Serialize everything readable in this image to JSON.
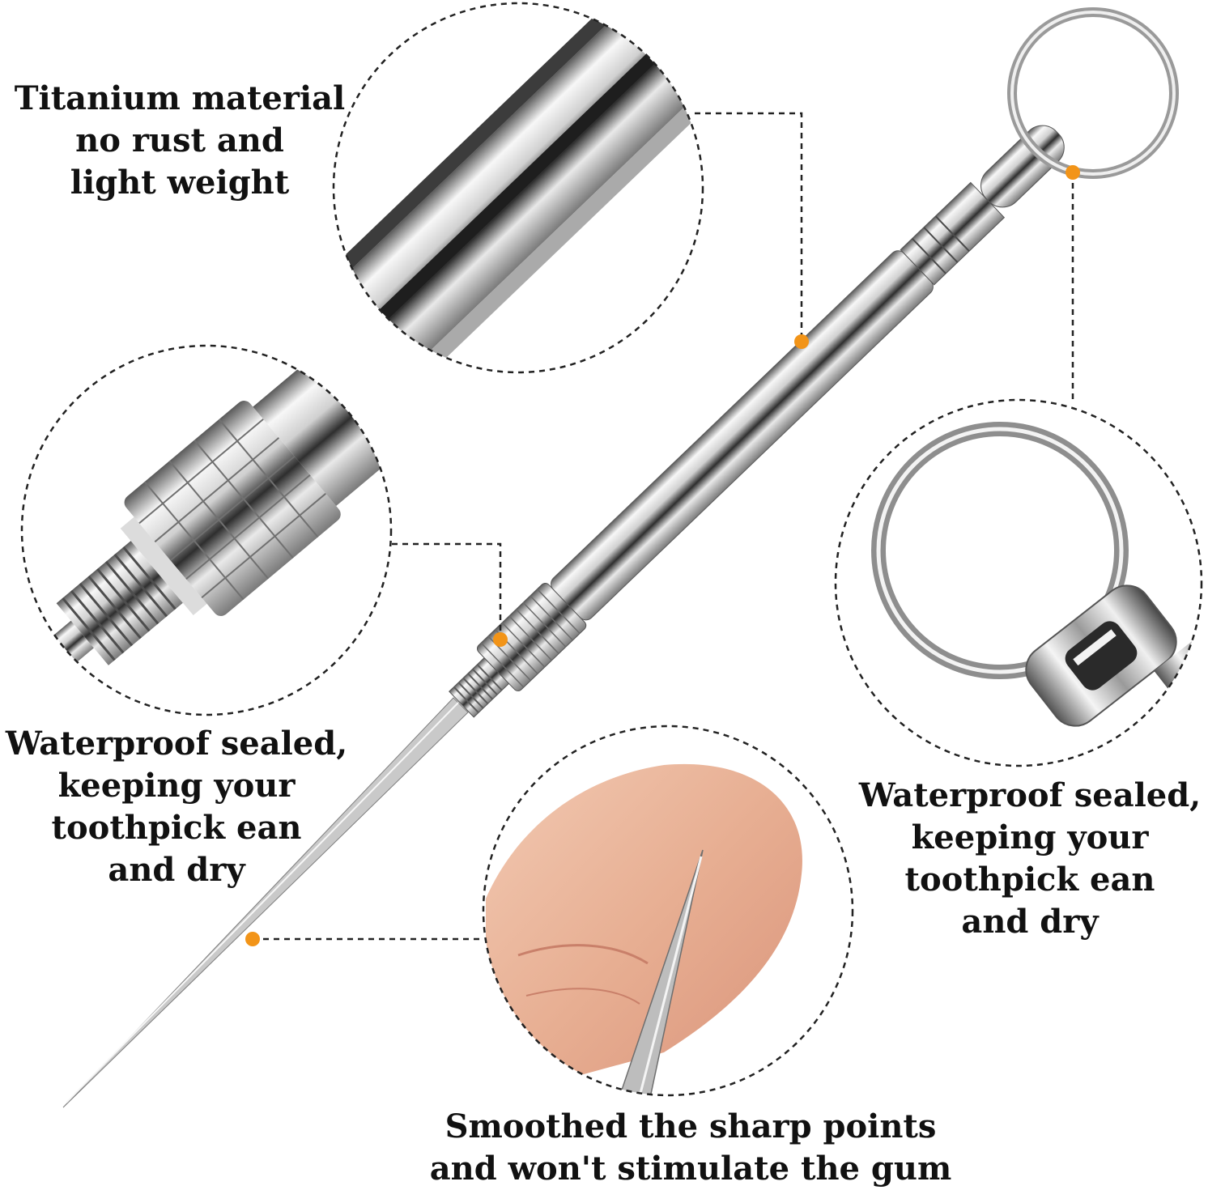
{
  "colors": {
    "background": "#ffffff",
    "text": "#111111",
    "callout_dot": "#f29418",
    "dashed_line": "#222222",
    "metal_light": "#f4f4f4",
    "metal_mid": "#b9b9b9",
    "metal_dark": "#3a3a3a",
    "skin": "#e9b59a"
  },
  "captions": {
    "titanium": [
      "Titanium material",
      "no rust and",
      "light weight"
    ],
    "waterproof_left": [
      "Waterproof sealed,",
      "keeping your",
      "toothpick ean",
      "and dry"
    ],
    "waterproof_right": [
      "Waterproof sealed,",
      "keeping your",
      "toothpick ean",
      "and dry"
    ],
    "smoothed": [
      "Smoothed the sharp points",
      "and won't stimulate the gum"
    ]
  },
  "detail_views": [
    {
      "name": "tube-detail",
      "shows": "polished tube"
    },
    {
      "name": "thread-detail",
      "shows": "knurled screw cap"
    },
    {
      "name": "ring-detail",
      "shows": "key ring"
    },
    {
      "name": "tip-detail",
      "shows": "tip on fingertip"
    }
  ]
}
